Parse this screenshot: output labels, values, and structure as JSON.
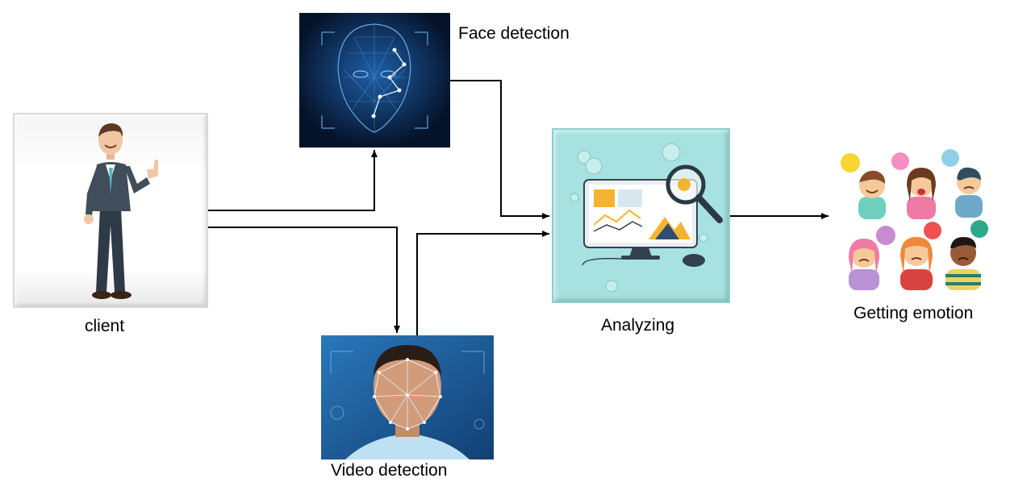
{
  "nodes": {
    "client": {
      "label": "client"
    },
    "face_detection": {
      "label": "Face detection"
    },
    "video_detection": {
      "label": "Video detection"
    },
    "analyzing": {
      "label": "Analyzing"
    },
    "getting_emotion": {
      "label": "Getting emotion"
    }
  },
  "colors": {
    "arrow": "#000000",
    "analyze_bg": "#a8e2e0",
    "face_bg": "#07162e",
    "video_bg": "#1a5f9e"
  },
  "icons": {
    "client": "businessman-thumbs-up-icon",
    "face_detection": "wireframe-face-scan-icon",
    "video_detection": "face-mesh-photo-icon",
    "analyzing": "monitor-analytics-magnifier-icon",
    "getting_emotion": "emotion-faces-icon"
  }
}
